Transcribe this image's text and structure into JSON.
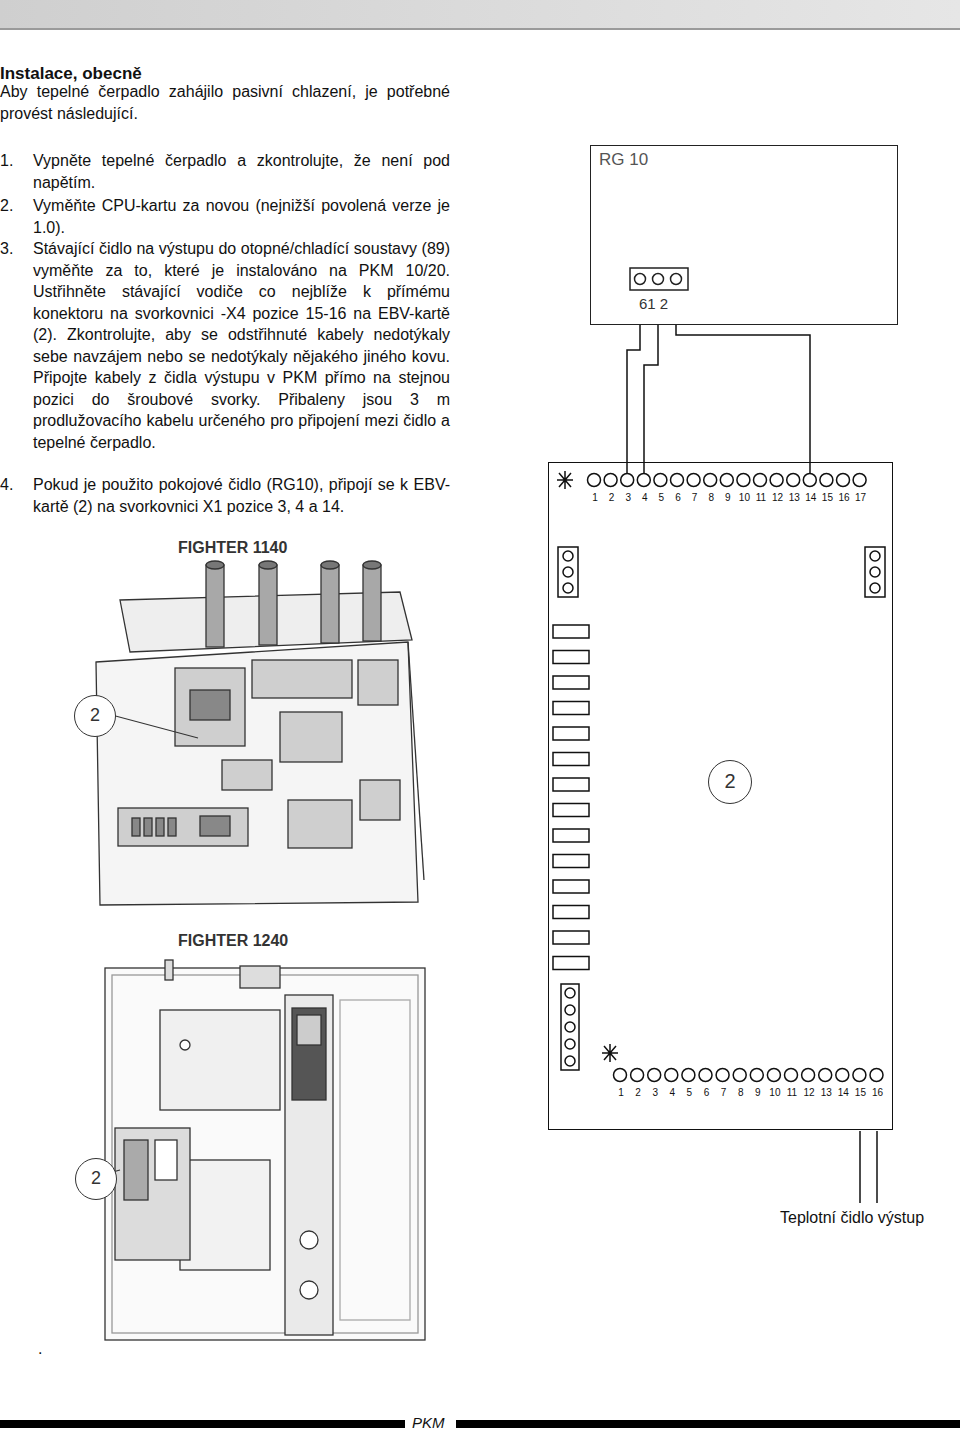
{
  "diagram": {
    "title": "Instalace, obecně",
    "nodes": [
      {
        "text": [
          "RG 10",
          "61 2"
        ]
      },
      {
        "text": [
          "1",
          "2",
          "3",
          "4",
          "5",
          "6",
          "7",
          "8",
          "9",
          "10",
          "11",
          "12",
          "13",
          "14",
          "15",
          "16",
          "17",
          "1",
          "2",
          "3",
          "4",
          "5",
          "6",
          "7",
          "8",
          "9",
          "10",
          "11",
          "12",
          "13",
          "14",
          "15",
          "16"
        ]
      },
      {
        "text": [
          "2"
        ],
        "in": 1
      },
      {
        "text": [
          "2"
        ]
      },
      {
        "text": [
          "2"
        ]
      }
    ],
    "edges": [
      {
        "from": 0,
        "to": 1,
        "arrow": "none"
      }
    ],
    "labels": [
      "Aby tepelné čerpadlo zahájilo pasivní chlazení, je potřebné provést následující.",
      "1.",
      "Vypněte tepelné čerpadlo a zkontrolujte, že není pod napětím.",
      "2.",
      "Vyměňte CPU-kartu za novou (nejnižší povolená verze je 1.0).",
      "3.",
      "Stávající čidlo na výstupu do otopné/chladící soustavy (89) vyměňte za to, které je instalováno na PKM 10/20. Ustřihněte stávající vodiče co nejblíže k přímému konektoru na svorkovnici -X4 pozice 15-16 na EBV-kartě (2). Zkontrolujte, aby se odstřihnuté kabely nedotýkaly sebe navzájem nebo se nedotýkaly nějakého jiného kovu. Připojte kabely z čidla výstupu v PKM přímo na stejnou pozici do šroubové svorky. Přibaleny jsou 3 m prodlužovacího kabelu určeného pro připojení mezi čidlo a tepelné čerpadlo.",
      "4.",
      "Pokud je použito pokojové čidlo (RG10), připojí se k EBV-kartě (2) na svorkovnici X1 pozice 3, 4 a 14.",
      "FIGHTER 1140",
      "FIGHTER 1240",
      "Teplotní čidlo výstup",
      ".",
      "PKM"
    ]
  }
}
